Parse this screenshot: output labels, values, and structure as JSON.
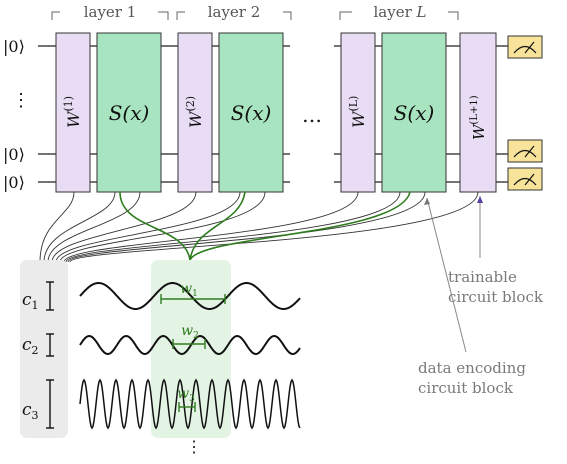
{
  "header": {
    "layer_1": "layer 1",
    "layer_2": "layer 2",
    "layer_L": "layer L"
  },
  "qubits": {
    "ket_0": "|0⟩",
    "vdots": "⋮"
  },
  "blocks": {
    "w1": "W(1)",
    "w2": "W(2)",
    "wL": "W(L)",
    "wL1": "W(L+1)",
    "s": "S(x)",
    "dots": "…"
  },
  "coefficients": [
    "c1",
    "c2",
    "c3"
  ],
  "widths": [
    "w1",
    "w2",
    "w3"
  ],
  "annotations": {
    "trainable": [
      "trainable",
      "circuit block"
    ],
    "encoding": [
      "data encoding",
      "circuit block"
    ]
  },
  "colors": {
    "trainable_fill": "#e8ddf4",
    "encoding_fill": "#a8e4bf",
    "measure_fill": "#f7e39a",
    "green_line": "#2e7d1e",
    "panel_gray": "#ebebeb",
    "panel_green": "#e3f3e4"
  }
}
